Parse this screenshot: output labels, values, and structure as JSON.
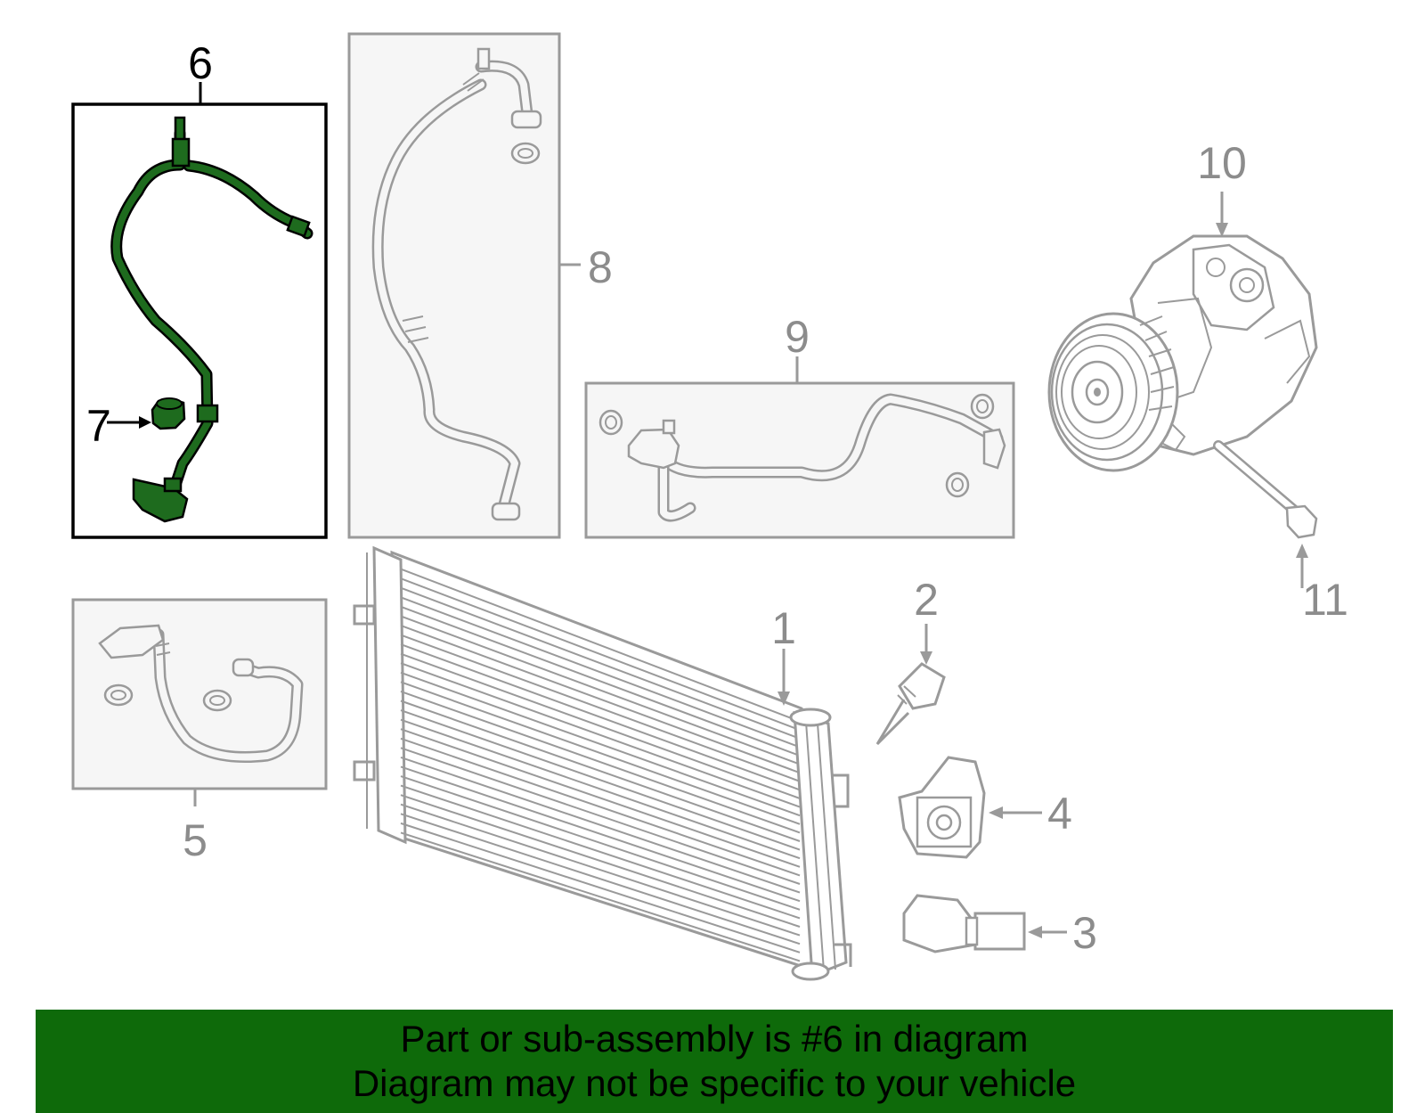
{
  "colors": {
    "highlight": "#1e6b1e",
    "banner_background": "#0e6a0a",
    "parts_gray": "#9a9a9a",
    "panel_fill": "#f6f6f6"
  },
  "diagram": {
    "highlighted_callout": "6",
    "callouts": {
      "c1": "1",
      "c2": "2",
      "c3": "3",
      "c4": "4",
      "c5": "5",
      "c6": "6",
      "c7": "7",
      "c8": "8",
      "c9": "9",
      "c10": "10",
      "c11": "11"
    }
  },
  "banner": {
    "line1": "Part or sub-assembly is #6 in diagram",
    "line2": "Diagram may not be specific to your vehicle"
  }
}
